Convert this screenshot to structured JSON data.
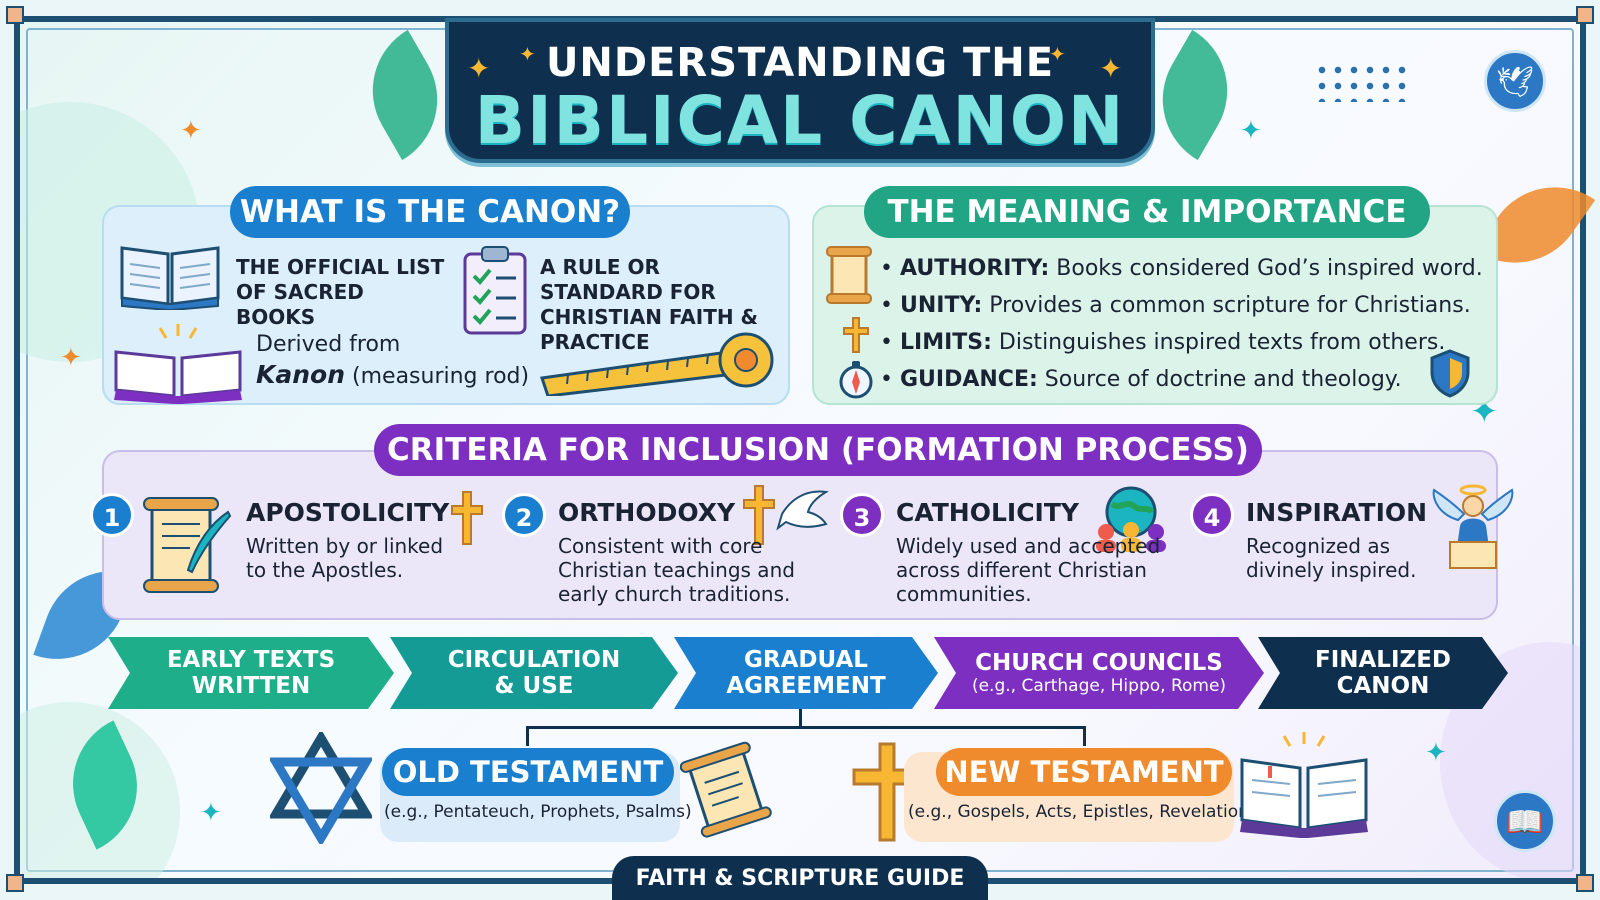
{
  "title": {
    "line1": "UNDERSTANDING THE",
    "line2": "BIBLICAL CANON"
  },
  "what": {
    "heading": "WHAT IS THE CANON?",
    "official_list": "THE OFFICIAL LIST OF SACRED BOOKS",
    "rule_standard": "A RULE OR STANDARD FOR CHRISTIAN FAITH & PRACTICE",
    "derived_prefix": "Derived from",
    "derived_word": "Kanon",
    "derived_suffix": "(measuring rod)"
  },
  "meaning": {
    "heading": "THE MEANING & IMPORTANCE",
    "items": [
      {
        "term": "AUTHORITY:",
        "text": "Books considered God’s inspired word."
      },
      {
        "term": "UNITY:",
        "text": "Provides a common scripture for Christians."
      },
      {
        "term": "LIMITS:",
        "text": "Distinguishes inspired texts from others."
      },
      {
        "term": "GUIDANCE:",
        "text": "Source of doctrine and theology."
      }
    ]
  },
  "criteria": {
    "heading": "CRITERIA FOR INCLUSION (FORMATION PROCESS)",
    "items": [
      {
        "number": "1",
        "title": "APOSTOLICITY",
        "desc": "Written by or linked to the Apostles."
      },
      {
        "number": "2",
        "title": "ORTHODOXY",
        "desc": "Consistent with core Christian teachings and early church traditions."
      },
      {
        "number": "3",
        "title": "CATHOLICITY",
        "desc": "Widely used and accepted across different Christian communities."
      },
      {
        "number": "4",
        "title": "INSPIRATION",
        "desc": "Recognized as divinely inspired."
      }
    ]
  },
  "process": {
    "steps": [
      {
        "line1": "EARLY TEXTS",
        "line2": "WRITTEN",
        "color": "#1fae8a"
      },
      {
        "line1": "CIRCULATION",
        "line2": "& USE",
        "color": "#159b95"
      },
      {
        "line1": "GRADUAL",
        "line2": "AGREEMENT",
        "color": "#1b7fd0"
      },
      {
        "line1": "CHURCH COUNCILS",
        "line2": "(e.g., Carthage, Hippo, Rome)",
        "color": "#7c2fc0"
      },
      {
        "line1": "FINALIZED",
        "line2": "CANON",
        "color": "#0e2f4d"
      }
    ]
  },
  "testaments": {
    "old": {
      "label": "OLD TESTAMENT",
      "examples": "(e.g., Pentateuch, Prophets, Psalms)",
      "color": "#1b7fd0"
    },
    "new": {
      "label": "NEW TESTAMENT",
      "examples": "(e.g., Gospels, Acts, Epistles, Revelation)",
      "color": "#ef8b2c"
    }
  },
  "footer": "FAITH & SCRIPTURE GUIDE",
  "icons": {
    "book": "open-book-icon",
    "checklist": "checklist-icon",
    "measuring_tape": "measuring-tape-icon",
    "scroll": "scroll-icon",
    "cross": "cross-icon",
    "compass": "compass-icon",
    "shield": "shield-icon",
    "dove": "dove-icon",
    "globe": "globe-community-icon",
    "angel": "angel-icon",
    "star_of_david": "star-of-david-icon"
  }
}
